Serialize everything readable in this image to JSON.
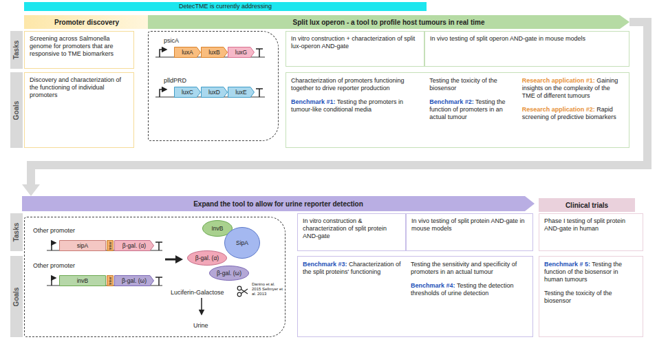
{
  "diagram": {
    "nodes": [
      {
        "text": [
          "DetecTME is currently addressing"
        ]
      },
      {
        "text": [
          "Promoter discovery"
        ]
      },
      {
        "text": [
          "Split lux operon - a tool to profile host tumours in real time"
        ]
      },
      {
        "text": [
          "Tasks"
        ]
      },
      {
        "text": [
          "Goals"
        ]
      },
      {
        "text": [
          "Screening across Salmonella genome for promoters that are responsive to TME biomarkers"
        ]
      },
      {
        "text": [
          "Discovery and characterization of the functioning of individual promoters"
        ]
      },
      {
        "text": [
          "psicA",
          "plldPRD"
        ]
      },
      {
        "text": [
          "luxA"
        ],
        "in": 7
      },
      {
        "text": [
          "luxB"
        ],
        "in": 7
      },
      {
        "text": [
          "luxG"
        ],
        "in": 7
      },
      {
        "text": [
          "luxC"
        ],
        "in": 7
      },
      {
        "text": [
          "luxD"
        ],
        "in": 7
      },
      {
        "text": [
          "luxE"
        ],
        "in": 7
      },
      {
        "text": [
          "In vitro construction + characterization of split lux-operon AND-gate"
        ]
      },
      {
        "text": [
          "In vivo testing of split operon AND-gate in mouse models"
        ]
      },
      {
        "text": [
          "Characterization of promoters functioning together to drive reporter production",
          "Benchmark #1: Testing the promoters in tumour-like conditional media",
          "Testing the toxicity of the biosensor",
          "Benchmark #2: Testing the function of promoters in an actual tumour",
          "Research application #1: Gaining insights on the complexity of the TME of different tumours",
          "Research application #2: Rapid screening of predictive biomarkers"
        ]
      },
      {
        "text": [
          "Expand the tool to allow for urine reporter detection"
        ]
      },
      {
        "text": [
          "Clinical trials"
        ]
      },
      {
        "text": [
          "Tasks"
        ]
      },
      {
        "text": [
          "Goals"
        ]
      },
      {
        "text": [
          "Other promoter",
          "Other promoter",
          "Luciferin-Galactose",
          "Danino et al. 2015 Sellmyer et al. 2013",
          "Urine"
        ]
      },
      {
        "text": [
          "sipA"
        ],
        "in": 21
      },
      {
        "text": [
          "linker"
        ],
        "in": 21
      },
      {
        "text": [
          "β-gal. (α)"
        ],
        "in": 21
      },
      {
        "text": [
          "invB"
        ],
        "in": 21
      },
      {
        "text": [
          "linker"
        ],
        "in": 21
      },
      {
        "text": [
          "β-gal. (ω)"
        ],
        "in": 21
      },
      {
        "text": [
          "InvB"
        ],
        "in": 21
      },
      {
        "text": [
          "SipA"
        ],
        "in": 21
      },
      {
        "text": [
          "β-gal. (α)"
        ],
        "in": 21
      },
      {
        "text": [
          "β-gal. (ω)"
        ],
        "in": 21
      },
      {
        "text": [
          "In vitro construction & characterization of split protein AND-gate"
        ]
      },
      {
        "text": [
          "In vivo testing of split protein AND-gate in mouse models"
        ]
      },
      {
        "text": [
          "Benchmark #3: Characterization of the split proteins' functioning",
          "Testing the sensitivity and specificity of promoters in an actual tumour",
          "Benchmark #4: Testing the detection thresholds of urine detection"
        ]
      },
      {
        "text": [
          "Phase I testing of split protein AND-gate in human"
        ]
      },
      {
        "text": [
          "Benchmark # 5: Testing the function of the biosensor in human tumours",
          "Testing the toxicity of the biosensor"
        ]
      }
    ],
    "edges": [
      {
        "from": 2,
        "to": 17,
        "arrow": "to"
      }
    ]
  }
}
